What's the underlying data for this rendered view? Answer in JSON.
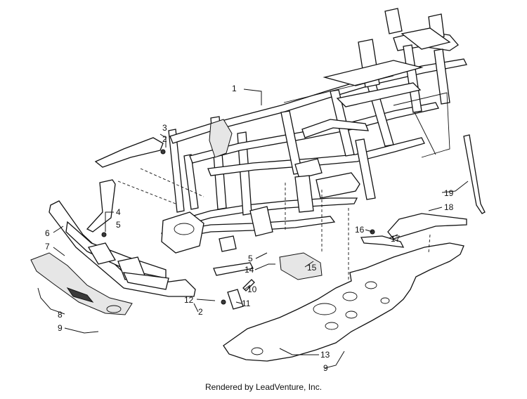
{
  "credit": "Rendered by LeadVenture, Inc.",
  "callouts": [
    "1",
    "3",
    "2",
    "4",
    "5",
    "6",
    "7",
    "8",
    "9",
    "12",
    "2",
    "10",
    "11",
    "5",
    "14",
    "15",
    "16",
    "17",
    "19",
    "18",
    "13",
    "9"
  ],
  "watermark": "LEADVENTURE"
}
